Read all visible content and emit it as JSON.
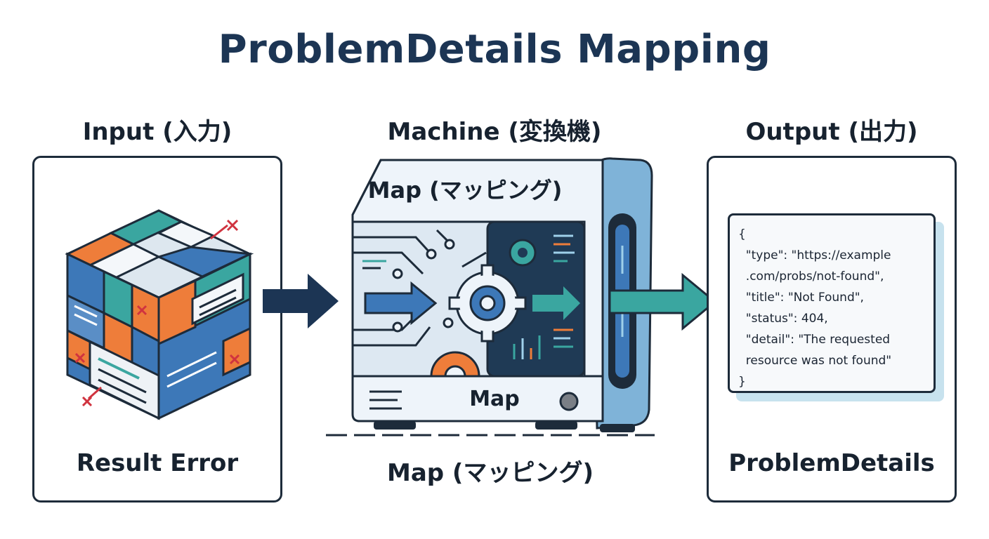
{
  "title": "ProblemDetails Mapping",
  "input": {
    "heading": "Input (入力)",
    "caption": "Result Error"
  },
  "machine": {
    "heading": "Machine (変換機)",
    "panel_label": "Map (マッピング)",
    "base_label": "Map",
    "bottom_label": "Map (マッピング)"
  },
  "output": {
    "heading": "Output (出力)",
    "caption": "ProblemDetails",
    "json_lines": [
      "{",
      "  \"type\": \"https://example",
      "  .com/probs/not-found\",",
      "  \"title\": \"Not Found\",",
      "  \"status\": 404,",
      "  \"detail\": \"The requested",
      "  resource was not found\"",
      "}"
    ]
  },
  "colors": {
    "navy": "#1d2b3a",
    "blue": "#3d78b8",
    "teal": "#3aa6a0",
    "orange": "#ee7d3a",
    "error_red": "#d0333f",
    "light_blue": "#c7e2ee"
  },
  "icons": [
    "gear-icon",
    "arrow-right-icon",
    "error-x-icon",
    "cube-icon"
  ]
}
